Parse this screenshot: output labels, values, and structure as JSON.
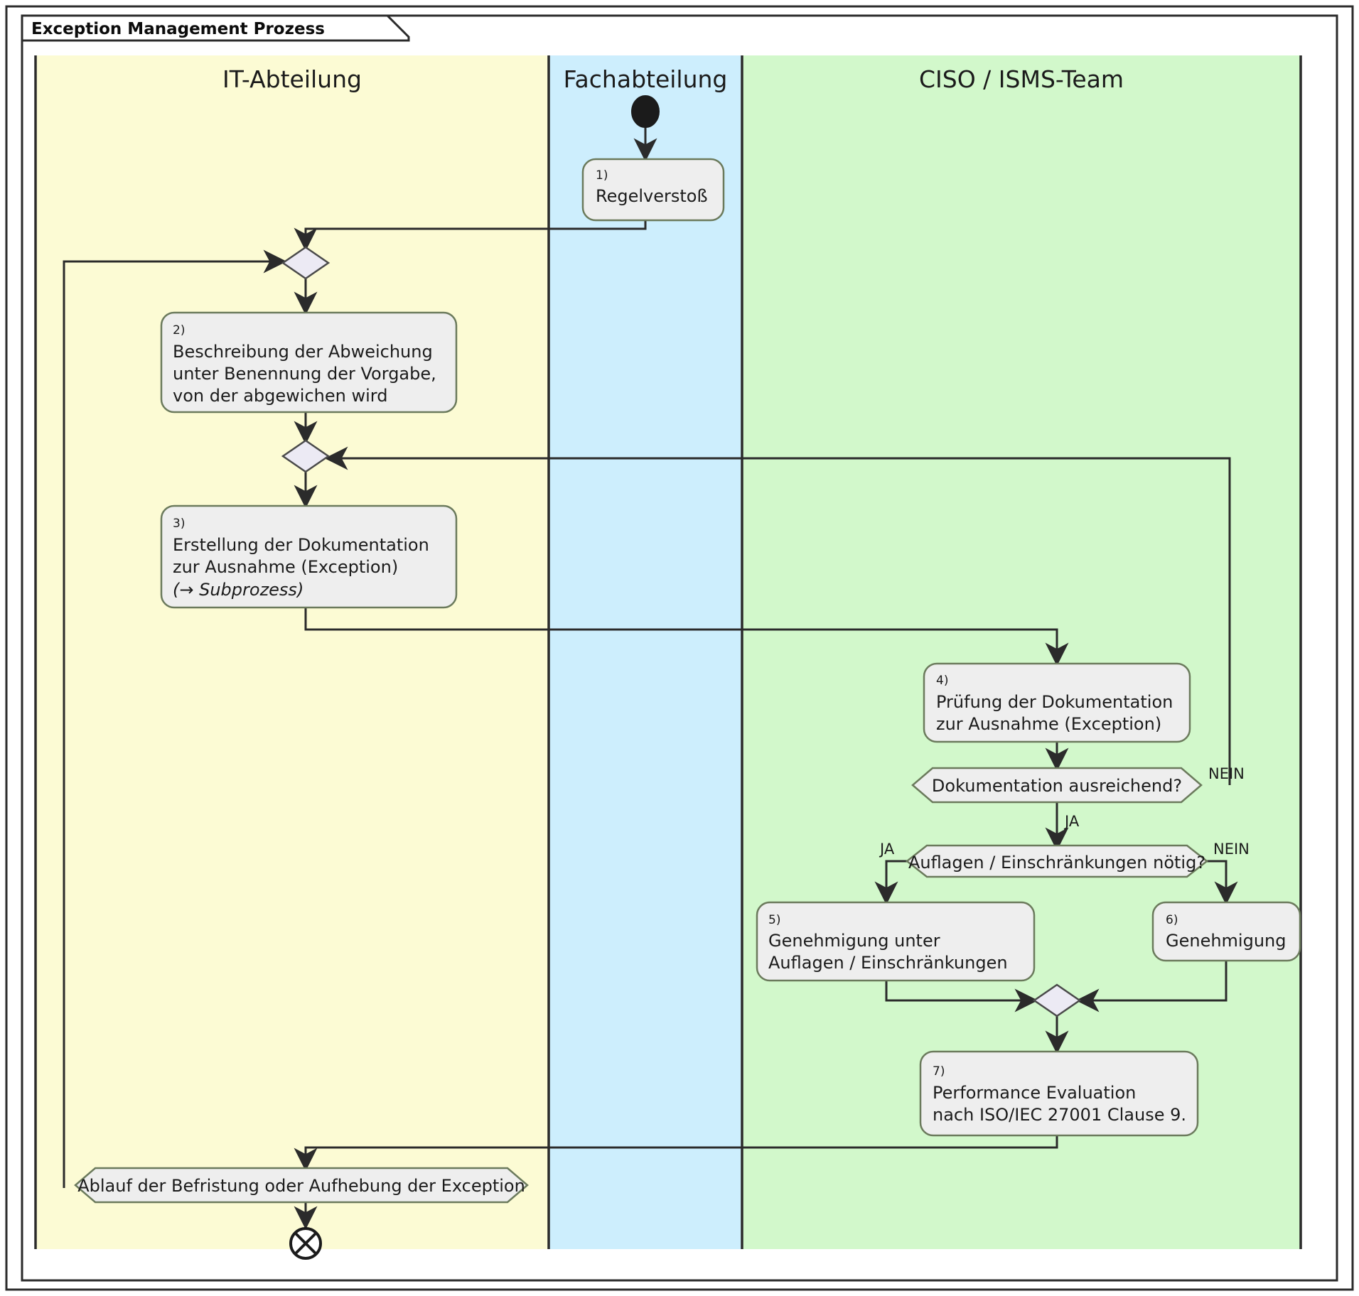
{
  "frame": {
    "title": "Exception Management Prozess"
  },
  "lanes": [
    {
      "id": "it",
      "label": "IT-Abteilung",
      "color": "#fcfbd4"
    },
    {
      "id": "fach",
      "label": "Fachabteilung",
      "color": "#cdeefd"
    },
    {
      "id": "ciso",
      "label": "CISO / ISMS-Team",
      "color": "#d2f8cb"
    }
  ],
  "nodes": {
    "start": {
      "type": "initial-node",
      "lane": "fach"
    },
    "n1": {
      "num": "1)",
      "lines": [
        "Regelverstoß"
      ],
      "lane": "fach"
    },
    "n2": {
      "num": "2)",
      "lines": [
        "Beschreibung der Abweichung",
        "unter Benennung der Vorgabe,",
        "von der abgewichen wird"
      ],
      "lane": "it"
    },
    "n3": {
      "num": "3)",
      "lines": [
        "Erstellung der Dokumentation",
        "zur Ausnahme (Exception)"
      ],
      "italic_line": "(→ Subprozess)",
      "lane": "it"
    },
    "n4": {
      "num": "4)",
      "lines": [
        "Prüfung der Dokumentation",
        "zur Ausnahme (Exception)"
      ],
      "lane": "ciso"
    },
    "n5": {
      "num": "5)",
      "lines": [
        "Genehmigung unter",
        "Auflagen / Einschränkungen"
      ],
      "lane": "ciso"
    },
    "n6": {
      "num": "6)",
      "lines": [
        "Genehmigung"
      ],
      "lane": "ciso"
    },
    "n7": {
      "num": "7)",
      "lines": [
        "Performance Evaluation",
        "nach ISO/IEC 27001 Clause 9."
      ],
      "lane": "ciso"
    },
    "d1": {
      "type": "decision",
      "label": "Dokumentation ausreichend?",
      "lane": "ciso"
    },
    "d2": {
      "type": "decision",
      "label": "Auflagen / Einschränkungen nötig?",
      "lane": "ciso"
    },
    "d3": {
      "type": "decision",
      "label": "Ablauf der Befristung oder Aufhebung der Exception",
      "lane": "it"
    },
    "end": {
      "type": "flow-final-node",
      "lane": "it"
    }
  },
  "guards": {
    "d1_no": "NEIN",
    "d1_yes": "JA",
    "d2_yes": "JA",
    "d2_no": "NEIN"
  },
  "colors": {
    "lane_it": "#fcfbd4",
    "lane_fach": "#cdeefd",
    "lane_ciso": "#d2f8cb",
    "node_fill": "#eeeeee",
    "node_stroke": "#6b7a5c",
    "edge": "#2b2b2b",
    "diamond_fill": "#eceaf4"
  }
}
